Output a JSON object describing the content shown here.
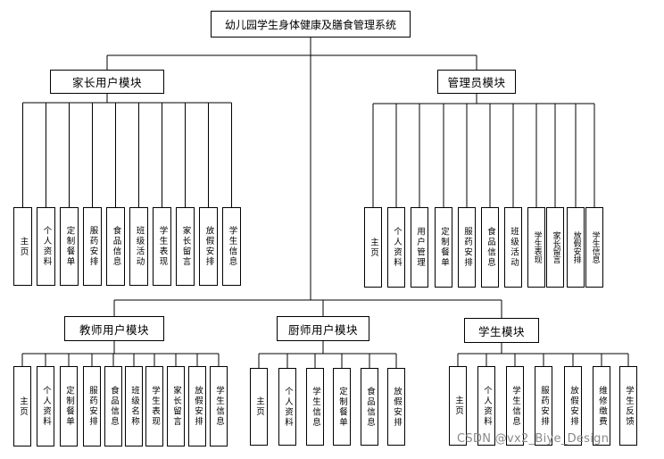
{
  "root": {
    "label": "幼儿园学生身体健康及膳食管理系统"
  },
  "modules": [
    {
      "id": "parent",
      "label": "家长用户模块",
      "items": [
        "主页",
        "个人资料",
        "定制餐单",
        "服药安排",
        "食品信息",
        "班级活动",
        "学生表现",
        "家长留言",
        "放假安排",
        "学生信息"
      ]
    },
    {
      "id": "admin",
      "label": "管理员模块",
      "items": [
        "主页",
        "个人资料",
        "用户管理",
        "定制餐单",
        "服药安排",
        "食品信息",
        "班级活动",
        "学生表现",
        "家长留言",
        "放假安排",
        "学生信息"
      ]
    },
    {
      "id": "teacher",
      "label": "教师用户模块",
      "items": [
        "主页",
        "个人资料",
        "定制餐单",
        "服药安排",
        "食品信息",
        "班级名称",
        "学生表现",
        "家长留言",
        "放假安排",
        "学生信息"
      ]
    },
    {
      "id": "chef",
      "label": "厨师用户模块",
      "items": [
        "主页",
        "个人资料",
        "学生信息",
        "定制餐单",
        "食品信息",
        "放假安排"
      ]
    },
    {
      "id": "student",
      "label": "学生模块",
      "items": [
        "主页",
        "个人资料",
        "学生信息",
        "服药安排",
        "放假安排",
        "维修缴费",
        "学生反馈"
      ]
    }
  ],
  "watermark": "CSDN @vx2_Biye_Design"
}
